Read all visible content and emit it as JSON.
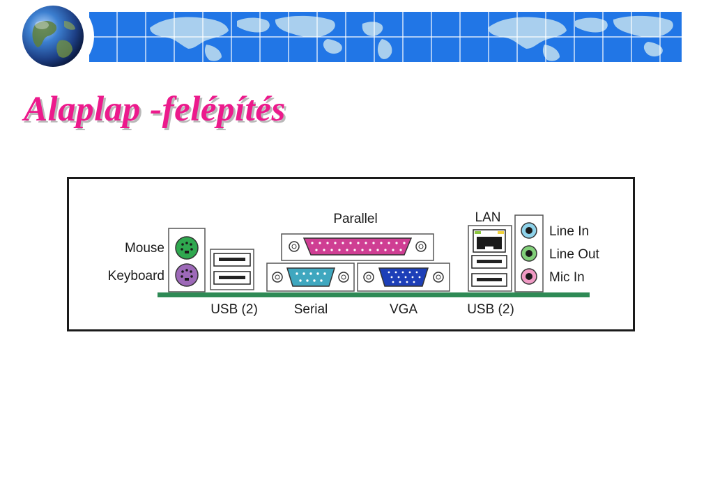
{
  "slide": {
    "title": "Alaplap -felépítés"
  },
  "banner": {
    "globe_icon": "globe-icon",
    "map_colors": {
      "band": "#2176e6",
      "land": "#a9cfee",
      "grid": "#ffffff"
    }
  },
  "diagram": {
    "labels": {
      "mouse": "Mouse",
      "keyboard": "Keyboard",
      "usb_left": "USB (2)",
      "serial": "Serial",
      "parallel": "Parallel",
      "vga": "VGA",
      "lan": "LAN",
      "usb_right": "USB (2)",
      "line_in": "Line In",
      "line_out": "Line Out",
      "mic_in": "Mic In"
    },
    "colors": {
      "mouse": "#2fa84f",
      "keyboard": "#9d69b8",
      "serial": "#3fa7bf",
      "parallel": "#cf3e93",
      "vga": "#1d3fb8",
      "line_in": "#8fd3ea",
      "line_out": "#82d07a",
      "mic_in": "#f09ac4",
      "board": "#2e8a55"
    }
  }
}
